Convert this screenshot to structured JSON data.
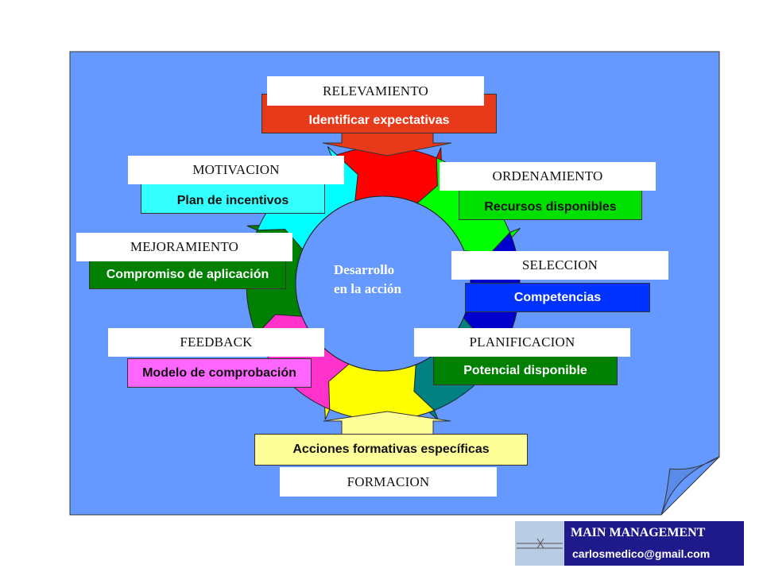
{
  "center": {
    "line1": "Desarrollo",
    "line2": "en la acción"
  },
  "steps": {
    "relevamiento": {
      "title": "RELEVAMIENTO",
      "detail": "Identificar expectativas"
    },
    "ordenamiento": {
      "title": "ORDENAMIENTO",
      "detail": "Recursos disponibles"
    },
    "seleccion": {
      "title": "SELECCION",
      "detail": "Competencias"
    },
    "planificacion": {
      "title": "PLANIFICACION",
      "detail": "Potencial disponible"
    },
    "formacion": {
      "title": "FORMACION",
      "detail": "Acciones formativas específicas"
    },
    "feedback": {
      "title": "FEEDBACK",
      "detail": "Modelo de comprobación"
    },
    "mejoramiento": {
      "title": "MEJORAMIENTO",
      "detail": "Compromiso de aplicación"
    },
    "motivacion": {
      "title": "MOTIVACION",
      "detail": "Plan de incentivos"
    }
  },
  "footer": {
    "title": "MAIN MANAGEMENT",
    "email": "carlosmedico@gmail.com"
  },
  "colors": {
    "background_panel": "#6699ff",
    "relevamiento": "#ff0000",
    "ordenamiento": "#00ff00",
    "seleccion": "#0000cc",
    "planificacion": "#008080",
    "formacion": "#ffff00",
    "feedback": "#ff33cc",
    "mejoramiento": "#008000",
    "motivacion": "#00ffff",
    "detail_relevamiento": "#e83a1a",
    "detail_ordenamiento": "#00e000",
    "detail_seleccion": "#0033ff",
    "detail_planificacion": "#008000",
    "detail_formacion": "#ffff99",
    "detail_feedback": "#ff66ff",
    "detail_mejoramiento": "#008000",
    "detail_motivacion": "#33ffff"
  }
}
